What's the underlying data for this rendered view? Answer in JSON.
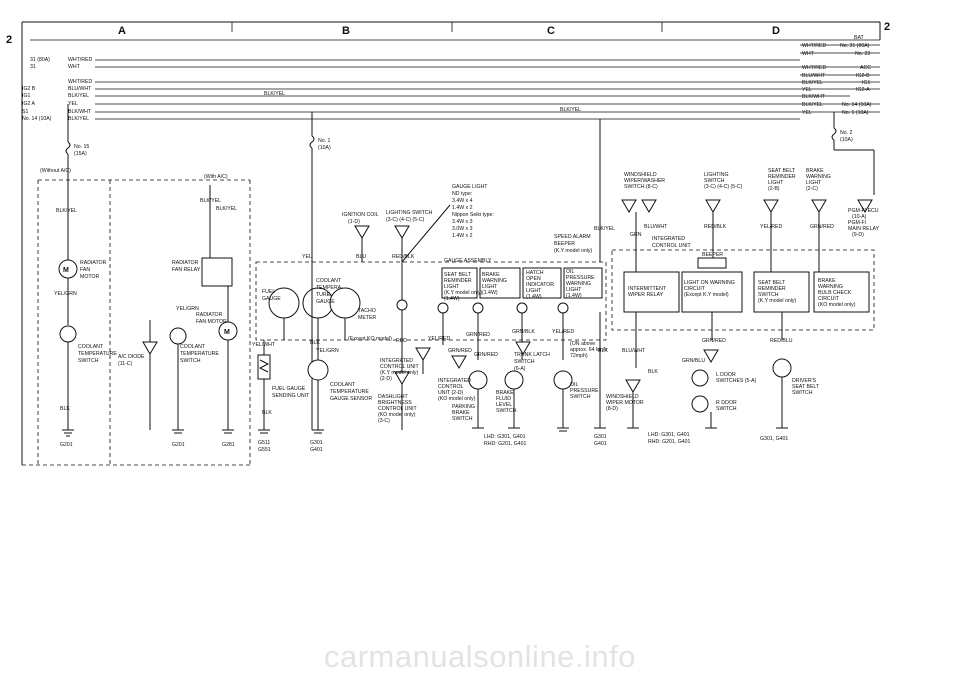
{
  "page": {
    "number": "2"
  },
  "zones": [
    "A",
    "B",
    "C",
    "D"
  ],
  "left_bus": [
    {
      "fuse": "",
      "wire": ""
    },
    {
      "fuse": "31 (80A)",
      "wire": "WHT/RED"
    },
    {
      "fuse": "31",
      "wire": "WHT"
    },
    {
      "fuse": "",
      "wire": "WHT/RED"
    },
    {
      "fuse": "IG2 B",
      "wire": "BLU/WHT"
    },
    {
      "fuse": "IG1",
      "wire": "BLK/YEL"
    },
    {
      "fuse": "IG2 A",
      "wire": "YEL"
    },
    {
      "fuse": "S1",
      "wire": "BLK/WHT"
    },
    {
      "fuse": "No. 14 (10A)",
      "wire": "BLK/YEL"
    }
  ],
  "right_bus": [
    {
      "wire": "",
      "terminal": "BAT"
    },
    {
      "wire": "WHT/RED",
      "terminal": "No. 31 (80A)"
    },
    {
      "wire": "WHT",
      "terminal": "No. 23"
    },
    {
      "wire": "WHT/RED",
      "terminal": "ACC"
    },
    {
      "wire": "BLU/WHT",
      "terminal": "IG2-B"
    },
    {
      "wire": "BLK/YEL",
      "terminal": "IG1"
    },
    {
      "wire": "YEL",
      "terminal": "IG2-A"
    },
    {
      "wire": "BLK/WHT",
      "terminal": ""
    },
    {
      "wire": "BLK/YEL",
      "terminal": "No. 14 (10A)"
    },
    {
      "wire": "YEL",
      "terminal": "No. 1 (10A)"
    }
  ],
  "bus_mid_labels": {
    "blk_yel_b": "BLK/YEL",
    "blk_yel_c": "BLK/YEL"
  },
  "fuses": {
    "no15": {
      "name": "No. 15",
      "rating": "(15A)"
    },
    "no1": {
      "name": "No. 1",
      "rating": "(10A)"
    },
    "no2": {
      "name": "No. 2",
      "rating": "(10A)"
    }
  },
  "labels": {
    "without_ac": "(Without A/C)",
    "with_ac": "(With A/C)",
    "blk_yel": "BLK/YEL",
    "radiator_fan_motor": [
      "RADIATOR",
      "FAN",
      "MOTOR"
    ],
    "yel_grn": "YEL/GRN",
    "coolant_temp_switch_left": [
      "COOLANT",
      "TEMPERATURE",
      "SWITCH"
    ],
    "blk": "BLK",
    "g201": "G201",
    "ac_diode": [
      "A/C DIODE",
      "(11-C)"
    ],
    "radiator_fan_relay": [
      "RADIATOR",
      "FAN RELAY"
    ],
    "radiator_fan_motor2": [
      "RADIATOR",
      "FAN MOTOR"
    ],
    "coolant_temp_switch_mid": [
      "COOLANT",
      "TEMPERATURE",
      "SWITCH"
    ],
    "g201b": "G201",
    "g281": "G281",
    "gauge_light": [
      "GAUGE LIGHT",
      "ND type:",
      "3.4W x 4",
      "1.4W x 2",
      "Nippon Seiki type:",
      "3.4W x 3",
      "3.0W x 3",
      "1.4W x 2"
    ],
    "ignition_coil": [
      "IGNITION COIL",
      "(1-D)"
    ],
    "lighting_switch_mid": [
      "LIGHTING SWITCH",
      "(3-C) (4-C) (5-C)"
    ],
    "yel": "YEL",
    "blu": "BLU",
    "red_blk": "RED/BLK",
    "gauge_assembly": "GAUGE ASSEMBLY",
    "fuel_gauge": [
      "FUEL",
      "GAUGE"
    ],
    "coolant_temp_gauge": [
      "COOLANT",
      "TEMPERA-",
      "TURE",
      "GAUGE"
    ],
    "tacho_meter": [
      "TACHO",
      "METER"
    ],
    "except_ko": "(Except KO model)",
    "seat_belt_reminder_gauge": [
      "SEAT BELT",
      "REMINDER",
      "LIGHT",
      "(K.Y model only)",
      "(1.4W)"
    ],
    "brake_warning_gauge": [
      "BRAKE",
      "WARNING",
      "LIGHT",
      "(1.4W)"
    ],
    "hatch_open": [
      "HATCH",
      "OPEN",
      "INDICATOR",
      "LIGHT",
      "(1.4W)"
    ],
    "oil_pressure_warning": [
      "OIL",
      "PRESSURE",
      "WARNING",
      "LIGHT",
      "(1.4W)"
    ],
    "speed_alarm_beeper": [
      "SPEED ALARM",
      "BEEPER",
      "(K.Y model only)"
    ],
    "windshield_wiper_switch": [
      "WINDSHIELD",
      "WIPER/WASHER",
      "SWITCH (8-C)"
    ],
    "lighting_switch_right": [
      "LIGHTING",
      "SWITCH",
      "(3-C) (4-C) (5-C)"
    ],
    "seat_belt_reminder_top": [
      "SEAT BELT",
      "REMINDER",
      "LIGHT",
      "(2-B)"
    ],
    "brake_warning_top": [
      "BRAKE",
      "WARNING",
      "LIGHT",
      "(2-C)"
    ],
    "pgm_fi": [
      "PGM-FI ECU",
      "(10-A)",
      "PGM-FI",
      "MAIN RELAY",
      "(9-D)"
    ],
    "blk_yel_r": "BLK/YEL",
    "grn": "GRN",
    "blu_wht": "BLU/WHT",
    "red_blk_r": "RED/BLK",
    "yel_red_r": "YEL/RED",
    "grn_red_r": "GRN/RED",
    "integrated_control_unit": [
      "INTEGRATED",
      "CONTROL UNIT"
    ],
    "beeper": "BEEPER",
    "intermittent_wiper_relay": [
      "INTERMITTENT",
      "WIPER RELAY"
    ],
    "light_on_warning": [
      "LIGHT ON WARNING",
      "CIRCUIT",
      "(Except K.Y model)"
    ],
    "seat_belt_reminder_switch": [
      "SEAT BELT",
      "REMINDER",
      "SWITCH",
      "(K.Y model only)"
    ],
    "brake_warning_bulb": [
      "BRAKE",
      "WARNING",
      "BULB CHECK",
      "CIRCUIT",
      "(KO model only)"
    ],
    "yel_wht": "YEL/WHT",
    "blk2": "BLK",
    "yel_grn2": "YEL/GRN",
    "fuel_gauge_unit": [
      "FUEL GAUGE",
      "SENDING UNIT"
    ],
    "coolant_temp_sensor": [
      "COOLANT",
      "TEMPERATURE",
      "GAUGE SENSOR"
    ],
    "blk3": "BLK",
    "g511": [
      "G511",
      "G551"
    ],
    "g301": [
      "G301",
      "G401"
    ],
    "red": "RED",
    "yel_red": "YEL/RED",
    "grn_red": "GRN/RED",
    "integrated_cu2": [
      "INTEGRATED",
      "CONTROL UNIT",
      "(K.Y model only)",
      "(2-D)"
    ],
    "integrated_cu3": [
      "INTEGRATED",
      "CONTROL",
      "UNIT (2-D)",
      "(KO model only)"
    ],
    "dashlight": [
      "DASHLIGHT",
      "BRIGHTNESS",
      "CONTROL UNIT",
      "(KO model only)",
      "(3-C)"
    ],
    "parking_brake": [
      "PARKING",
      "BRAKE",
      "SWITCH"
    ],
    "brake_fluid": [
      "BRAKE",
      "FLUID",
      "LEVEL",
      "SWITCH"
    ],
    "trunk_latch": [
      "TRUNK LATCH",
      "SWITCH",
      "(6-A)"
    ],
    "grn_blk": "GRN/BLK",
    "yel_red2": "YEL/RED",
    "oil_pressure_switch": [
      "OIL",
      "PRESSURE",
      "SWITCH"
    ],
    "on_above": [
      "(ON above",
      "approx. 64 km/h",
      "72mph)"
    ],
    "blk4": "BLK",
    "lhd_rhd_mid": [
      "LHD: G301, G401",
      "RHD: G201, G401"
    ],
    "g301b": [
      "G301",
      "G401"
    ],
    "windshield_wiper_motor": [
      "WINDSHIELD",
      "WIPER MOTOR",
      "(8-D)"
    ],
    "blu_wht2": "BLU/WHT",
    "blk5": "BLK",
    "l_door": [
      "L DOOR",
      "SWITCHES (5-A)"
    ],
    "r_door": [
      "R DOOR",
      "SWITCH"
    ],
    "grn_red2": "GRN/RED",
    "red_blu": "RED/BLU",
    "grn_blu": "GRN/BLU",
    "drivers_seat_belt": [
      "DRIVER'S",
      "SEAT BELT",
      "SWITCH"
    ],
    "lhd_rhd_right": [
      "LHD: G301, G401",
      "RHD: G201, G401"
    ],
    "g301_g401_right": "G301, G401"
  },
  "watermark": "carmanualsonline.info"
}
